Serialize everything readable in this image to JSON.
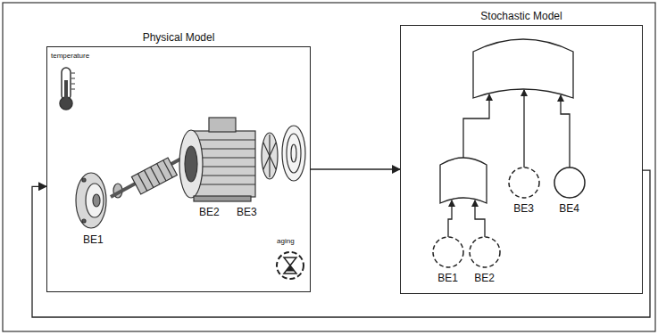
{
  "diagram": {
    "nodes": [
      {
        "text": [
          "Physical Model"
        ]
      },
      {
        "text": [
          "Stochastic Model"
        ]
      },
      {
        "text": [
          "BE1"
        ],
        "in": 1
      },
      {
        "text": [
          "BE2"
        ],
        "in": 1
      },
      {
        "text": [
          "BE3"
        ],
        "in": 1
      },
      {
        "text": [
          "BE4"
        ],
        "in": 1
      }
    ],
    "edges": [
      {
        "from": 0,
        "to": 1,
        "arrow": "to"
      },
      {
        "from": 1,
        "to": 0,
        "arrow": "to"
      }
    ],
    "labels": [
      "temperature",
      "BE1",
      "BE2",
      "BE3",
      "aging"
    ]
  }
}
